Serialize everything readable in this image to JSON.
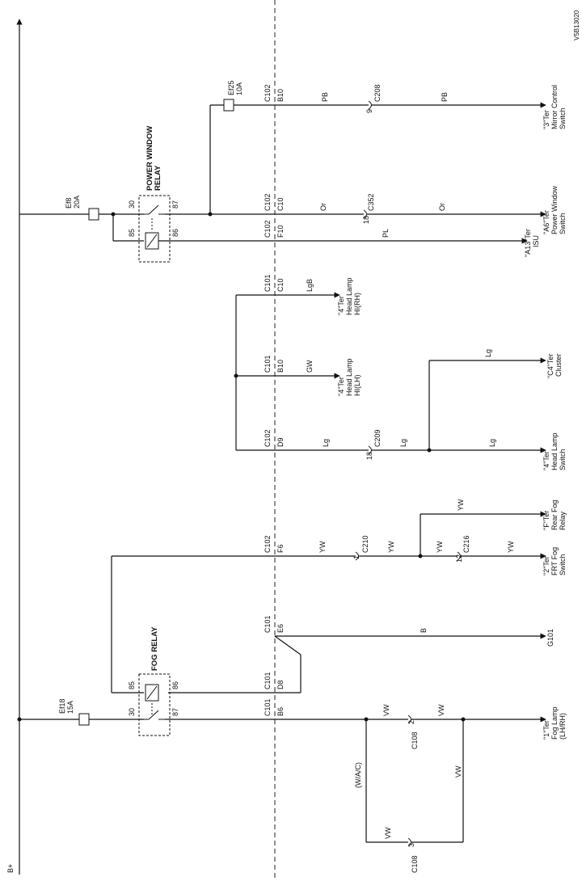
{
  "diagram_id": "V5B13020",
  "bplus_label": "B+",
  "fuses": {
    "ef25": {
      "name": "Ef25",
      "rating": "10A"
    },
    "ef8": {
      "name": "Ef8",
      "rating": "20A"
    },
    "ef18": {
      "name": "Ef18",
      "rating": "15A"
    }
  },
  "relays": {
    "power_window": {
      "title_line1": "POWER WINDOW",
      "title_line2": "RELAY",
      "pins": [
        "30",
        "87",
        "85",
        "86"
      ]
    },
    "fog": {
      "title": "FOG RELAY",
      "pins": [
        "85",
        "86",
        "30",
        "87"
      ]
    }
  },
  "connectors": {
    "c102_b10": {
      "name": "C102",
      "pin": "B10"
    },
    "c102_c10": {
      "name": "C102",
      "pin": "C10"
    },
    "c102_f10": {
      "name": "C102",
      "pin": "F10"
    },
    "c101_c10": {
      "name": "C101",
      "pin": "C10"
    },
    "c101_b10": {
      "name": "C101",
      "pin": "B10"
    },
    "c102_d9": {
      "name": "C102",
      "pin": "D9"
    },
    "c102_f6": {
      "name": "C102",
      "pin": "F6"
    },
    "c101_e6": {
      "name": "C101",
      "pin": "E6"
    },
    "c101_d8": {
      "name": "C101",
      "pin": "D8"
    },
    "c101_b6": {
      "name": "C101",
      "pin": "B6"
    },
    "c208": {
      "name": "C208",
      "pin": "9"
    },
    "c352": {
      "name": "C352",
      "pin": "18"
    },
    "c209": {
      "name": "C209",
      "pin": "18"
    },
    "c210": {
      "name": "C210",
      "pin": "1"
    },
    "c216": {
      "name": "C216",
      "pin": "12"
    },
    "c108_2": {
      "name": "C108",
      "pin": "2"
    },
    "c108_3": {
      "name": "C108",
      "pin": "3"
    }
  },
  "wire_colors": {
    "pb1": "PB",
    "pb2": "PB",
    "or1": "Or",
    "or2": "Or",
    "pl": "PL",
    "lgb": "LgB",
    "gw": "GW",
    "lg1": "Lg",
    "lg2": "Lg",
    "lg3": "Lg",
    "lg4": "Lg",
    "yw1": "YW",
    "yw2": "YW",
    "yw3": "YW",
    "yw4": "YW",
    "yw5": "YW",
    "b": "B",
    "vw1": "VW",
    "vw2": "VW",
    "vw3": "VW",
    "vw4": "VW"
  },
  "wac_label": "(W/A/C)",
  "ground": "G101",
  "destinations": {
    "mirror": {
      "line1": "\"3\"Ter",
      "line2": "Mirror Control",
      "line3": "Switch"
    },
    "power_window": {
      "line1": "\"A6\"Ter",
      "line2": "Power Window",
      "line3": "Switch"
    },
    "isu": {
      "line1": "\"A13\"Ter",
      "line2": "ISU"
    },
    "head_rh": {
      "line1": "\"4\"Ter",
      "line2": "Head Lamp",
      "line3": "HI(RH)"
    },
    "head_lh": {
      "line1": "\"4\"Ter",
      "line2": "Head Lamp",
      "line3": "HI(LH)"
    },
    "cluster": {
      "line1": "\"C4\"Ter",
      "line2": "Cluster"
    },
    "hl_switch": {
      "line1": "\"4\"Ter",
      "line2": "Head Lamp",
      "line3": "Switch"
    },
    "rear_fog": {
      "line1": "\"F\"Ter",
      "line2": "Rear Fog",
      "line3": "Relay"
    },
    "frt_fog": {
      "line1": "\"2\"Ter",
      "line2": "FRT Fog",
      "line3": "Switch"
    },
    "fog_lamp": {
      "line1": "\"1\"Ter",
      "line2": "Fog Lamp",
      "line3": "(LH/RH)"
    }
  }
}
